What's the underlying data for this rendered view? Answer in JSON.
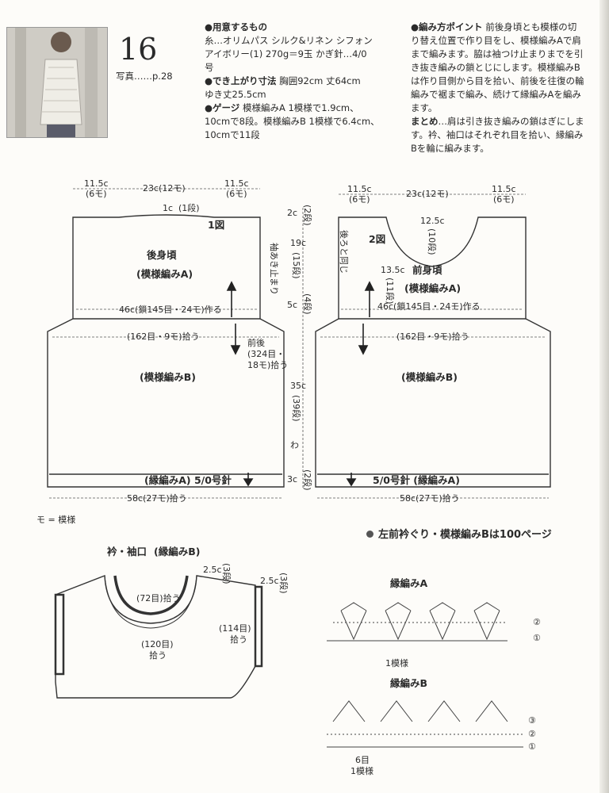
{
  "header": {
    "pattern_number": "16",
    "photo_ref": "写真……p.28"
  },
  "materials": {
    "heading": "●用意するもの",
    "line1": "糸…オリムパス シルク&リネン シフォン",
    "line2": "アイボリー(1) 270g＝9玉 かぎ針…4/0",
    "line3": "号",
    "size_heading": "●でき上がり寸法",
    "size_line1": "胸囲92cm 丈64cm",
    "size_line2": "ゆき丈25.5cm",
    "gauge_heading": "●ゲージ",
    "gauge_line1": "模様編みA 1模様で1.9cm、",
    "gauge_line2": "10cmで8段。模様編みB 1模様で6.4cm、",
    "gauge_line3": "10cmで11段"
  },
  "points": {
    "heading": "●編み方ポイント",
    "line1": "前後身頃とも模様の切",
    "line2": "り替え位置で作り目をし、模様編みAで肩",
    "line3": "まで編みます。脇は袖つけ止まりまでを引",
    "line4": "き抜き編みの鎖とじにします。模様編みB",
    "line5": "は作り目側から目を拾い、前後を往復の輪",
    "line6": "編みで裾まで編み、続けて縁編みAを編み",
    "line7": "ます。",
    "finish_heading": "まとめ",
    "finish_line1": "…肩は引き抜き編みの鎖はぎにしま",
    "finish_line2": "す。衿、袖口はそれぞれ目を拾い、縁編み",
    "finish_line3": "Bを輪に編みます。"
  },
  "back": {
    "w_left": "11.5c",
    "w_left_sts": "(6モ)",
    "w_mid": "23c(12モ)",
    "w_right": "11.5c",
    "w_right_sts": "(6モ)",
    "neck_drop": "1c",
    "neck_rows": "(1段)",
    "fig": "1図",
    "title": "後身頃",
    "subtitle": "(模様編みA)",
    "chain": "46c(鎖145目・24モ)作る",
    "pickup": "(162目・9モ)拾う",
    "body_label": "(模様編みB)",
    "border": "(縁編みA) 5/0号針",
    "bottom_w": "58c(27モ)拾う",
    "armhole_note": "袖あき止まり"
  },
  "front": {
    "w_left": "11.5c",
    "w_left_sts": "(6モ)",
    "w_mid": "23c(12モ)",
    "w_right": "11.5c",
    "w_right_sts": "(6モ)",
    "neck_depth": "12.5c",
    "neck_depth_rows": "(10段)",
    "fig": "2図",
    "same_as_back": "後ろと同じ",
    "side_h": "13.5c",
    "side_rows": "(11段)",
    "title": "前身頃",
    "subtitle": "(模様編みA)",
    "chain": "46c(鎖145目・24モ)作る",
    "pickup": "(162目・9モ)拾う",
    "body_label": "(模様編みB)",
    "border": "5/0号針 (縁編みA)",
    "bottom_w": "58c(27モ)拾う"
  },
  "middle": {
    "h1": "2c",
    "h1_rows": "(2段)",
    "h2": "19c",
    "h2_rows": "(15段)",
    "h3": "5c",
    "h3_rows": "(4段)",
    "round_label": "前後",
    "round_sts": "(324目・",
    "round_sts2": "18モ)拾う",
    "h4": "35c",
    "h4_rows": "(39段)",
    "wa": "わ",
    "h5": "3c",
    "h5_rows": "(2段)"
  },
  "legend_note": "モ = 模様",
  "collar": {
    "title": "衿・袖口",
    "subtitle": "(縁編みB)",
    "back_sts": "(72目)拾う",
    "front_sts": "(120目)",
    "front_pick": "拾う",
    "sleeve_sts": "(114目)",
    "sleeve_pick": "拾う",
    "edge_h1": "2.5c",
    "edge_rows1": "(3段)",
    "edge_h2": "2.5c",
    "edge_rows2": "(3段)"
  },
  "reference": {
    "text": "左前衿ぐり・模様編みBは100ページ"
  },
  "chart_a": {
    "title": "縁編みA",
    "row2": "②",
    "row1": "①",
    "repeat": "1模様"
  },
  "chart_b": {
    "title": "縁編みB",
    "row3": "③",
    "row2": "②",
    "row1": "①",
    "sts": "6目",
    "repeat": "1模様"
  }
}
